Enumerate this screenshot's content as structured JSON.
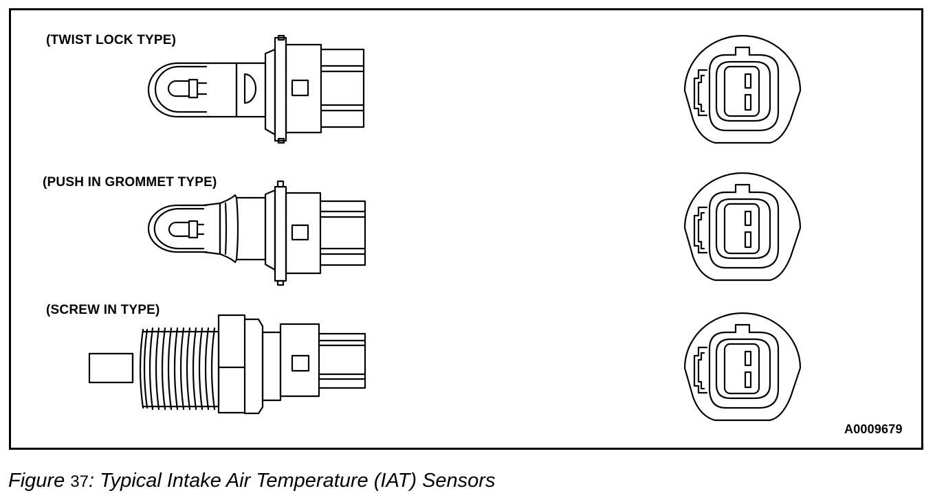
{
  "labels": {
    "twist_lock": "(TWIST LOCK TYPE)",
    "push_in_grommet": "(PUSH IN GROMMET TYPE)",
    "screw_in": "(SCREW IN TYPE)",
    "figure_id": "A0009679"
  },
  "caption": {
    "prefix": "Figure",
    "number": "37",
    "text": ": Typical Intake Air Temperature (IAT) Sensors"
  },
  "colors": {
    "line": "#000000",
    "background": "#ffffff"
  }
}
